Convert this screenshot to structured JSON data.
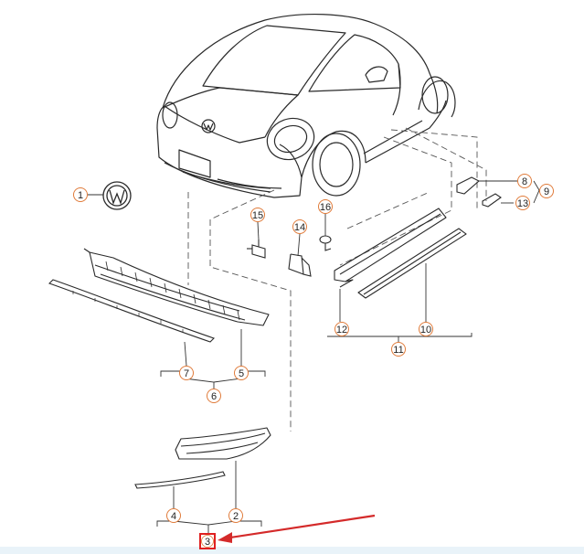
{
  "diagram": {
    "colors": {
      "line": "#2a2a2a",
      "leader": "#555555",
      "callout_circle": "#e07b3a",
      "highlight": "#e02020",
      "arrow": "#d42a2a",
      "bottom_band": "#e9f3f9"
    },
    "callouts": {
      "c1": "1",
      "c2": "2",
      "c3": "3",
      "c4": "4",
      "c5": "5",
      "c6": "6",
      "c7": "7",
      "c8": "8",
      "c9": "9",
      "c10": "10",
      "c11": "11",
      "c12": "12",
      "c13": "13",
      "c14": "14",
      "c15": "15",
      "c16": "16"
    },
    "highlighted_callout": "3"
  }
}
